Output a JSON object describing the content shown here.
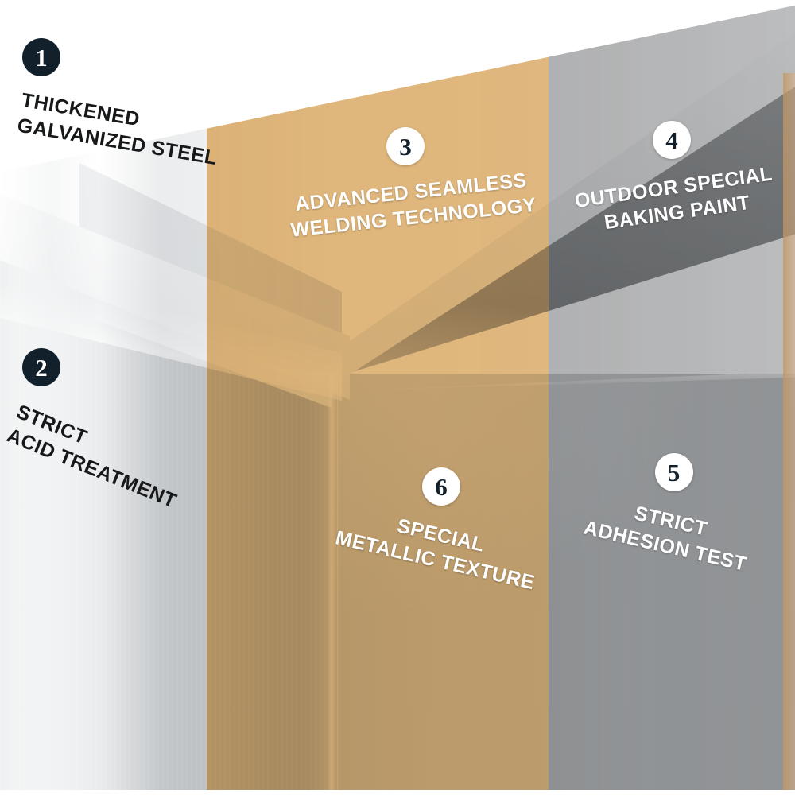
{
  "image": {
    "title": "Product Feature Callout Diagram",
    "subject": "Galvanized steel planter box corner",
    "background_color": "#ffffff"
  },
  "palette": {
    "badge_dark": "#12202c",
    "badge_light": "#ffffff",
    "band_silver": "#dfe2e4",
    "band_tan": "#c89055",
    "band_gray": "#6f7173",
    "caption_dark": "#16181a",
    "caption_light": "#ffffff"
  },
  "bands": [
    {
      "name": "silver-band",
      "finish": "brushed galvanized steel",
      "color": "#dfe2e4"
    },
    {
      "name": "tan-band",
      "finish": "metallic bronze / gold texture",
      "color": "#c89055"
    },
    {
      "name": "gray-band",
      "finish": "outdoor baking paint gray",
      "color": "#6f7173"
    }
  ],
  "callouts": [
    {
      "number": "1",
      "badge_style": "dark",
      "line1": "THICKENED",
      "line2": "GALVANIZED STEEL",
      "text_color": "dark"
    },
    {
      "number": "2",
      "badge_style": "dark",
      "line1": "STRICT",
      "line2": "ACID TREATMENT",
      "text_color": "dark"
    },
    {
      "number": "3",
      "badge_style": "light",
      "line1": "ADVANCED SEAMLESS",
      "line2": "WELDING TECHNOLOGY",
      "text_color": "light"
    },
    {
      "number": "4",
      "badge_style": "light",
      "line1": "OUTDOOR SPECIAL",
      "line2": "BAKING PAINT",
      "text_color": "light"
    },
    {
      "number": "5",
      "badge_style": "light",
      "line1": "STRICT",
      "line2": "ADHESION TEST",
      "text_color": "light"
    },
    {
      "number": "6",
      "badge_style": "light",
      "line1": "SPECIAL",
      "line2": "METALLIC TEXTURE",
      "text_color": "light"
    }
  ]
}
